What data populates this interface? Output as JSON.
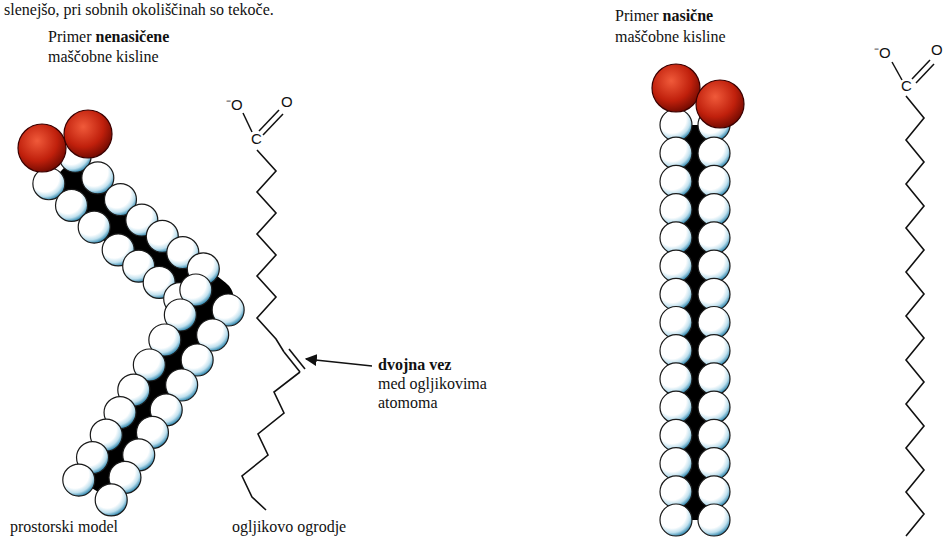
{
  "diagram": {
    "labels": [
      "slenejšo, pri sobnih okoliščinah so tekoče.",
      "Primer",
      "nenasičene",
      "maščobne kisline",
      "⁻O",
      "C",
      "O",
      "dvojna vez",
      "med ogljikovima atomoma",
      "prostorski model",
      "ogljikovo ogrodje",
      "Primer",
      "nasične",
      "maščobne kisline",
      "⁻O",
      "C",
      "O"
    ]
  }
}
